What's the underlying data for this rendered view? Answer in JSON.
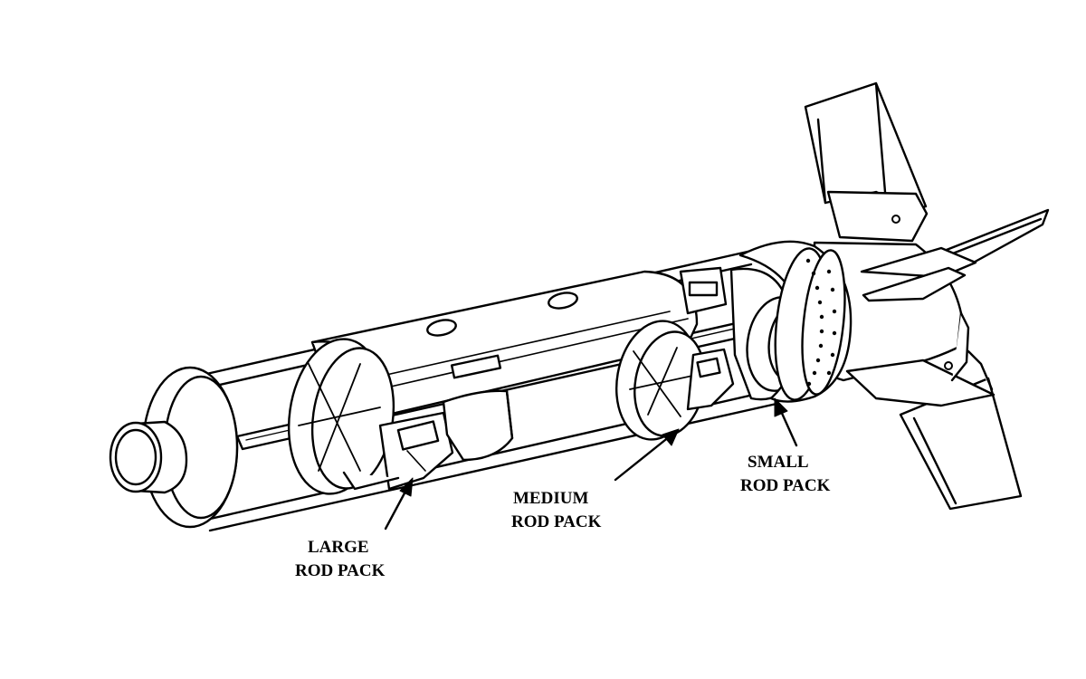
{
  "labels": {
    "large": [
      "LARGE",
      "ROD PACK"
    ],
    "medium": [
      "MEDIUM",
      "ROD PACK"
    ],
    "small": [
      "SMALL",
      "ROD PACK"
    ]
  },
  "colors": {
    "ink": "#000000",
    "paper": "#ffffff"
  }
}
